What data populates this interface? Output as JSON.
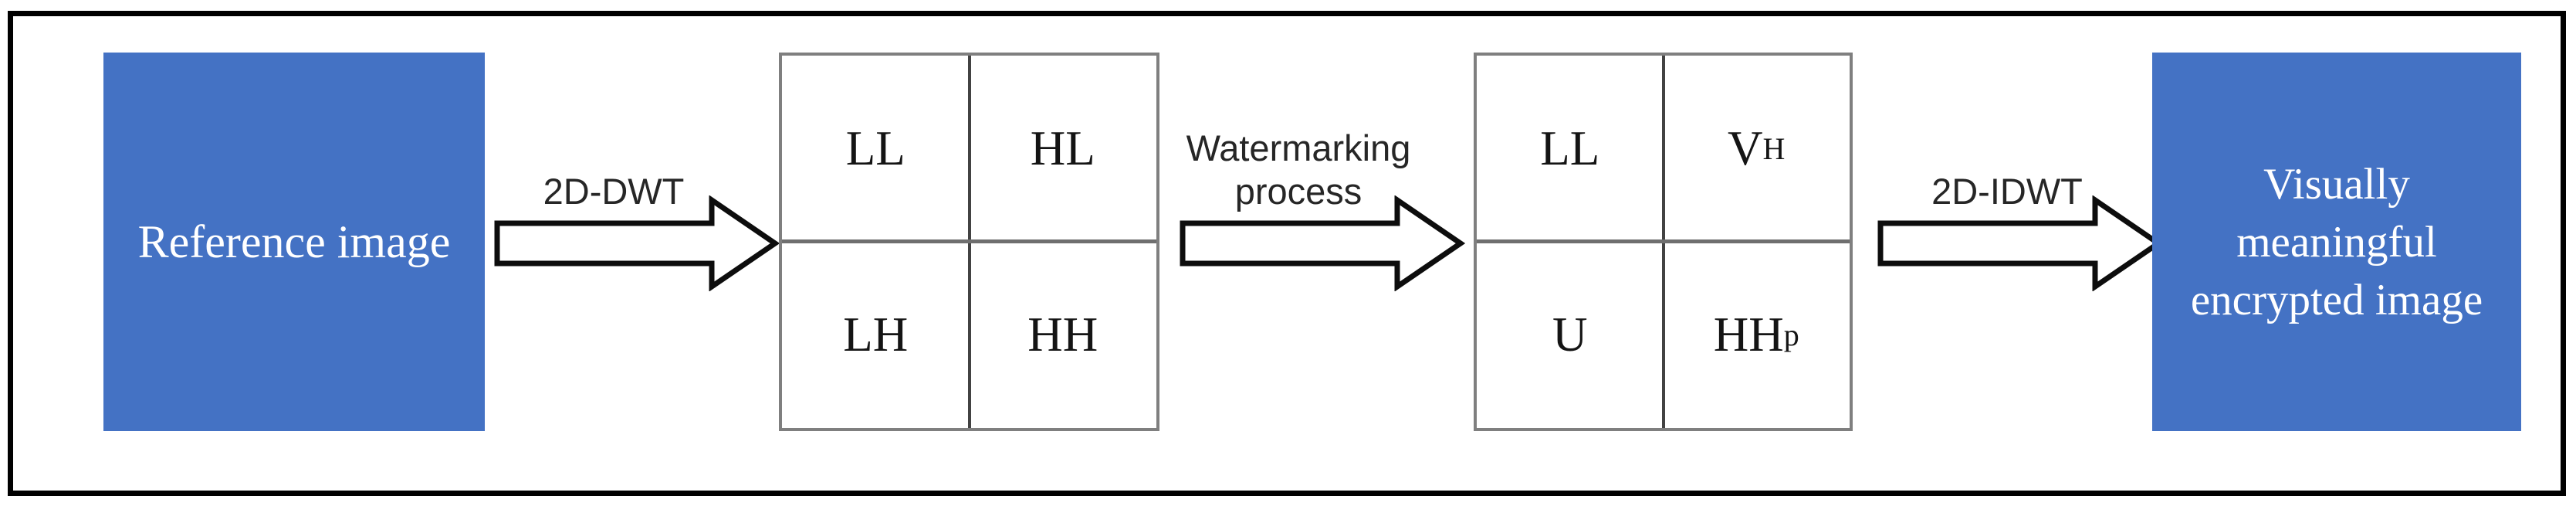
{
  "diagram": {
    "input_box": {
      "label": "Reference image"
    },
    "step1_arrow": {
      "label": "2D-DWT"
    },
    "dwt_grid": {
      "top_left": "LL",
      "top_right": "HL",
      "bottom_left": "LH",
      "bottom_right": "HH"
    },
    "step2_arrow": {
      "label_line1": "Watermarking",
      "label_line2": "process"
    },
    "watermarked_grid": {
      "top_left": {
        "base": "LL"
      },
      "top_right": {
        "base": "V",
        "sup": "H"
      },
      "bottom_left": {
        "base": "U"
      },
      "bottom_right": {
        "base": "HH",
        "sub": "p"
      }
    },
    "step3_arrow": {
      "label": "2D-IDWT"
    },
    "output_box": {
      "line1": "Visually",
      "line2": "meaningful",
      "line3": "encrypted image"
    }
  },
  "colors": {
    "box_fill": "#4472C4",
    "box_text": "#ffffff",
    "frame_border": "#000000",
    "grid_border": "#7f7f7f",
    "grid_vertical_line": "#424242",
    "grid_horizontal_line": "#6f6f6f",
    "arrow_fill": "#ffffff",
    "arrow_outline": "#0d0d0d",
    "label_text": "#262626"
  }
}
